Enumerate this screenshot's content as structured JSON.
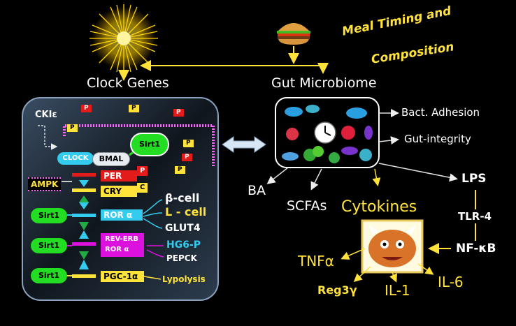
{
  "header": {
    "clock_genes": "Clock Genes",
    "gut_microbiome": "Gut Microbiome",
    "meal_timing_line1": "Meal Timing and",
    "meal_timing_line2": "Composition"
  },
  "clock_panel": {
    "ckie": "CKIε",
    "phosphate": "P",
    "clock": "CLOCK",
    "bmal": "BMAL",
    "sirt1": "Sirt1",
    "ampk": "AMPK",
    "per": "PER",
    "cry": "CRY",
    "cry_c": "C",
    "ror": "ROR α",
    "rev_erb": "REV-ERB",
    "rev_ror": "ROR α",
    "pgc": "PGC-1α",
    "targets": {
      "beta_cell": "β-cell",
      "l_cell": "L - cell",
      "glut4": "GLUT4",
      "hg6p": "HG6-P",
      "pepck": "PEPCK",
      "lypolysis": "Lypolysis"
    }
  },
  "microbiome": {
    "bact_adhesion": "Bact. Adhesion",
    "gut_integrity": "Gut-integrity",
    "ba": "BA",
    "scfas": "SCFAs",
    "cytokines": "Cytokines",
    "lps": "LPS",
    "tlr4": "TLR-4",
    "nfkb": "NF-κB",
    "tnfa": "TNFα",
    "reg3g": "Reg3γ",
    "il1": "IL-1",
    "il6": "IL-6"
  },
  "colors": {
    "background": "#000000",
    "yellow": "#ffe23a",
    "green": "#22dd22",
    "cyan": "#33ccee",
    "magenta": "#dd11dd",
    "red": "#e31b1b",
    "panel": "#1c2a38"
  },
  "icons": [
    "sun-icon",
    "burger-icon",
    "clock-icon",
    "microbe-icon",
    "cytokine-monster-icon",
    "double-arrow-icon"
  ]
}
